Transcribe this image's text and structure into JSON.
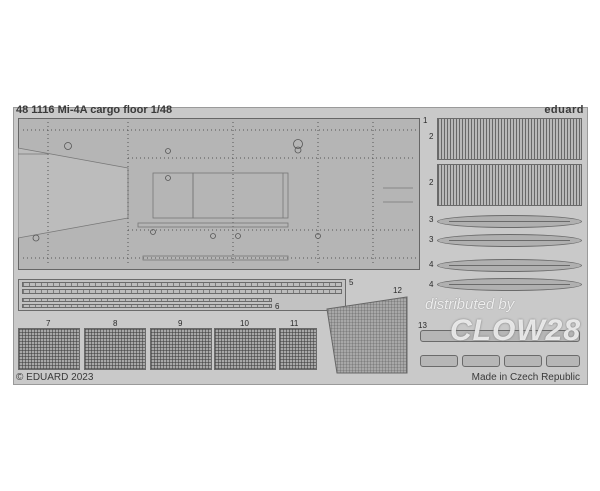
{
  "sheet": {
    "title": "48 1116  Mi-4A cargo floor 1/48",
    "brand": "eduard",
    "copyright": "© EDUARD 2023",
    "made_in": "Made in Czech Republic"
  },
  "part_numbers": {
    "p1": "1",
    "p2a": "2",
    "p2b": "2",
    "p3a": "3",
    "p3b": "3",
    "p4a": "4",
    "p4b": "4",
    "p5": "5",
    "p6": "6",
    "p7": "7",
    "p8": "8",
    "p9": "9",
    "p10": "10",
    "p11": "11",
    "p12": "12",
    "p13": "13"
  },
  "watermark": {
    "line1": "distributed by",
    "line2": "CLOW28"
  },
  "colors": {
    "fret": "#c9c9c9",
    "etch": "#b4b4b4",
    "outline": "#6e6e6e",
    "text": "#3a3a3a"
  }
}
